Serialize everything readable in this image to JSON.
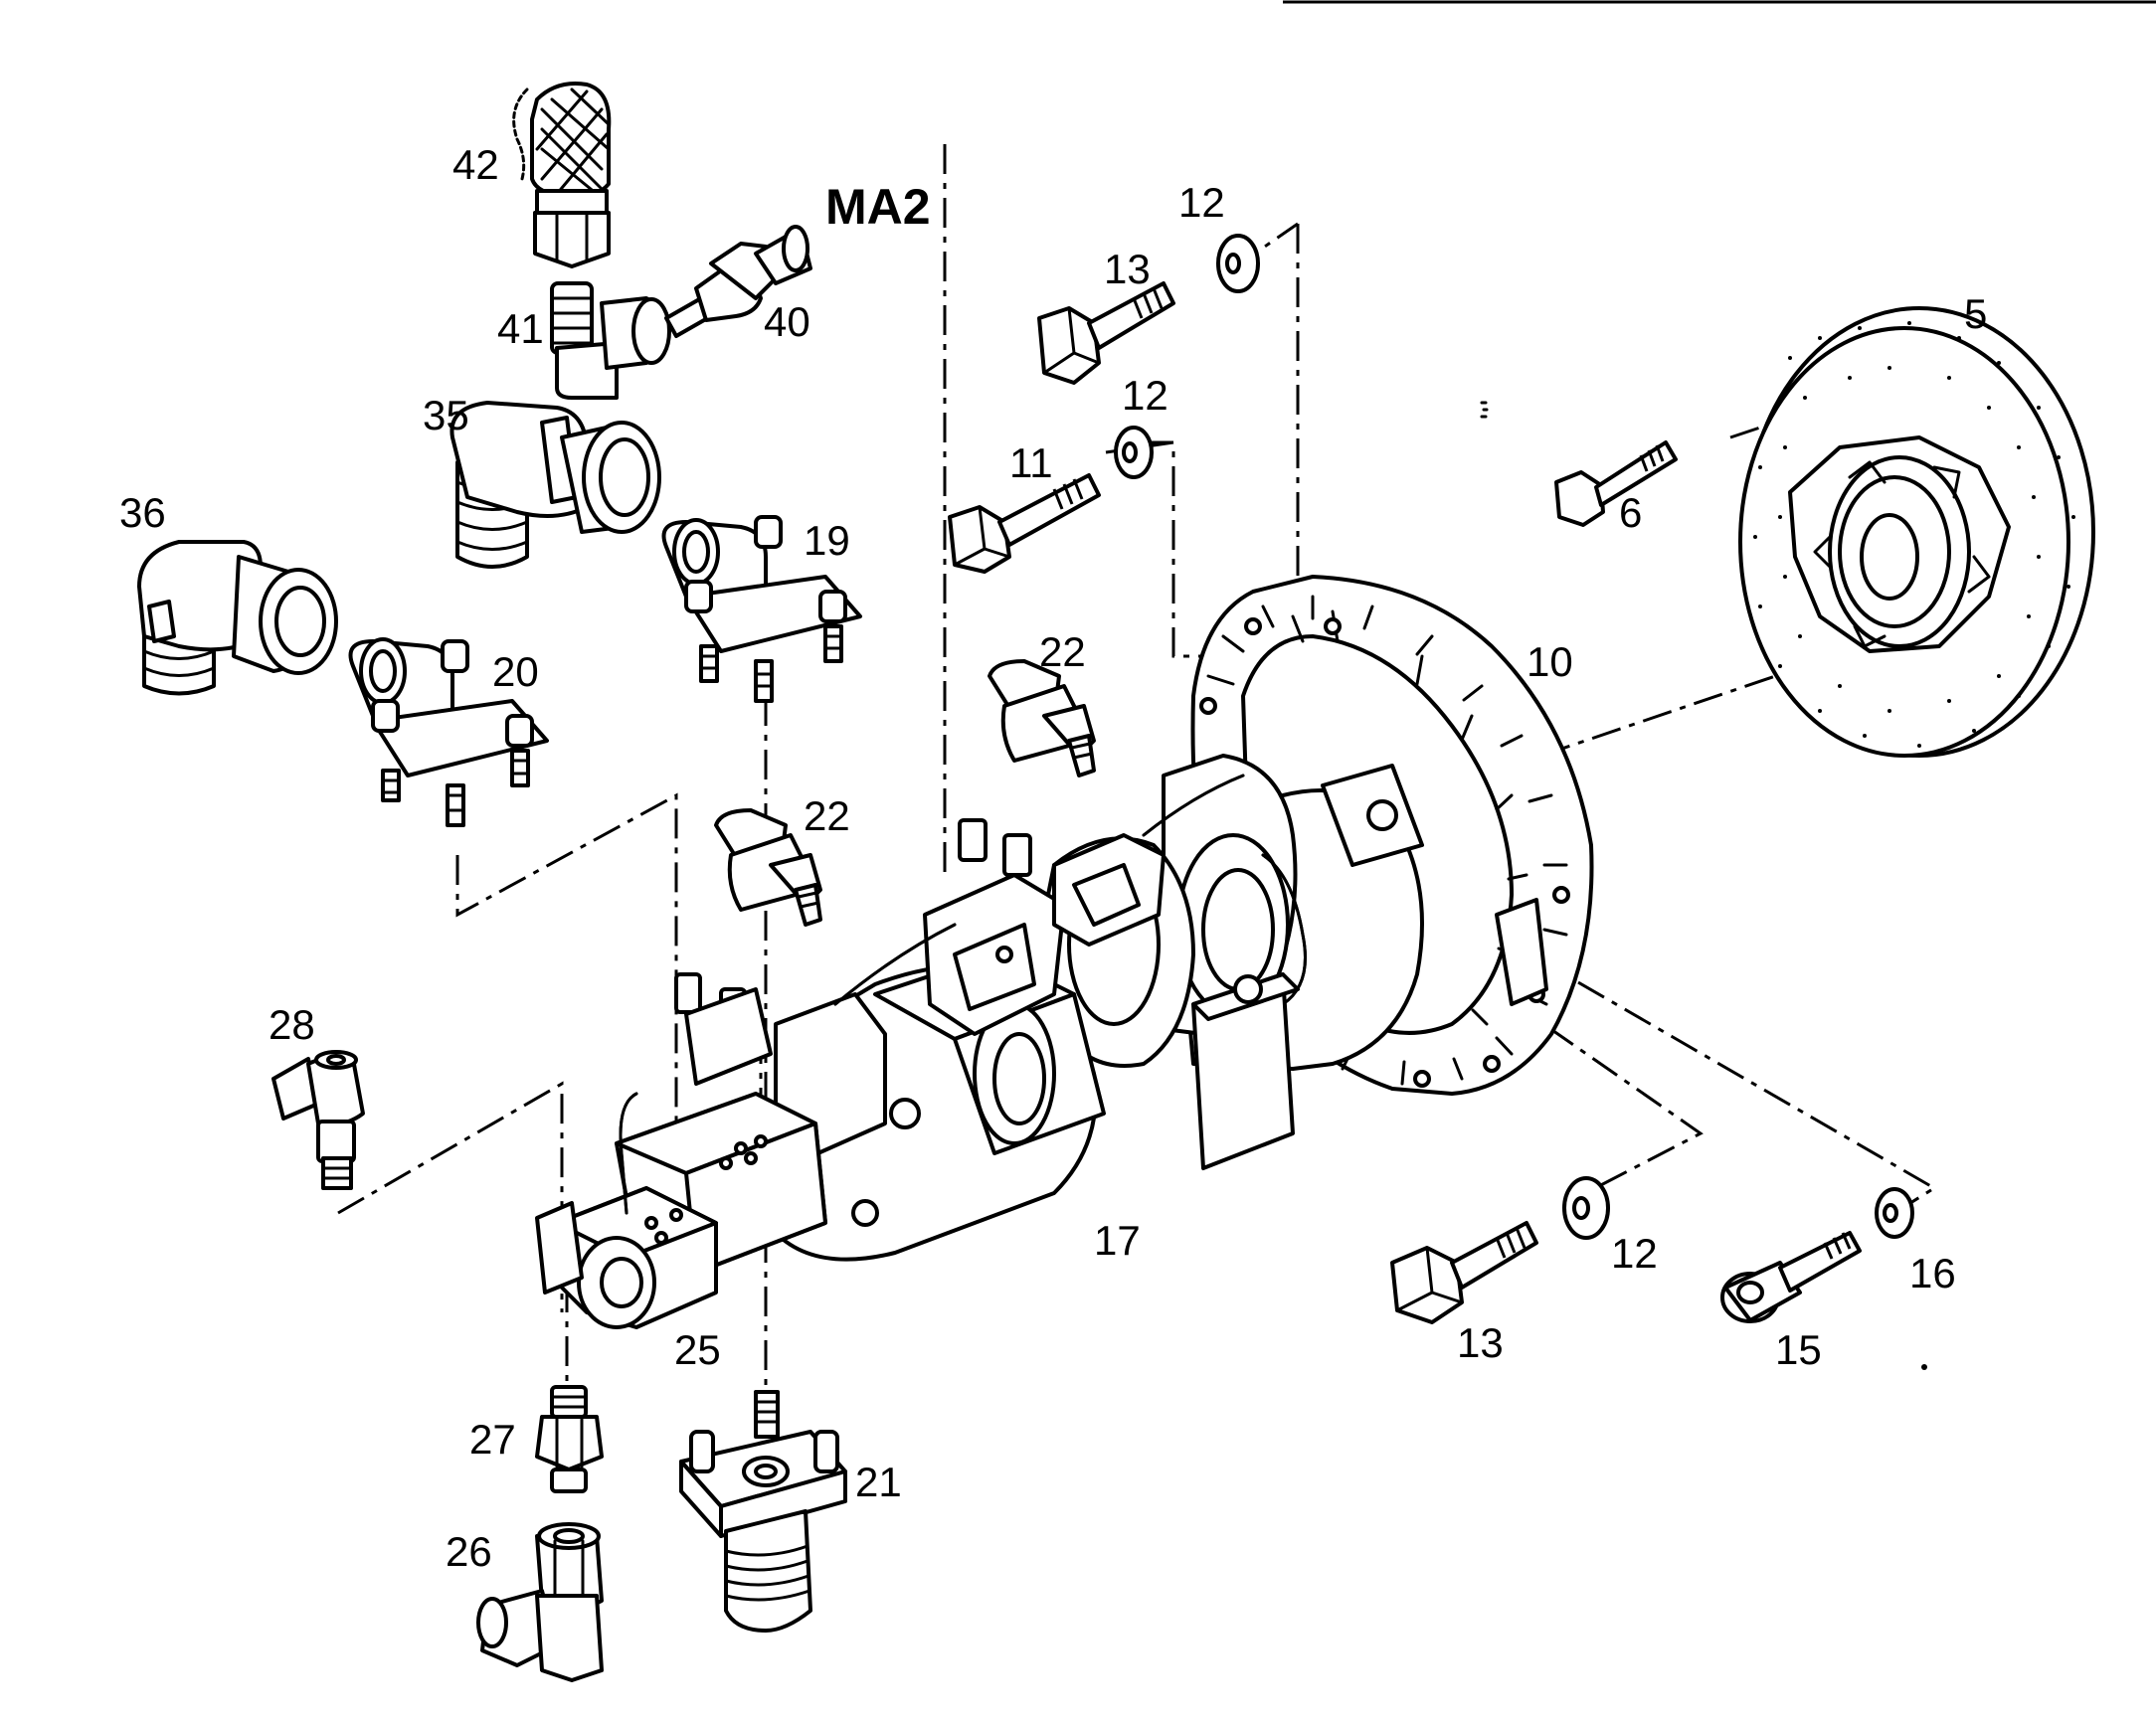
{
  "diagram": {
    "callouts": {
      "c5": "5",
      "c6": "6",
      "c10": "10",
      "c11": "11",
      "c12a": "12",
      "c12b": "12",
      "c12c": "12",
      "c13a": "13",
      "c13b": "13",
      "c15": "15",
      "c16": "16",
      "c17": "17",
      "c19": "19",
      "c20": "20",
      "c21": "21",
      "c22a": "22",
      "c22b": "22",
      "c25": "25",
      "c26": "26",
      "c27": "27",
      "c28": "28",
      "c35": "35",
      "c36": "36",
      "c40": "40",
      "c41": "41",
      "c42": "42",
      "ma2": "MA2"
    }
  }
}
